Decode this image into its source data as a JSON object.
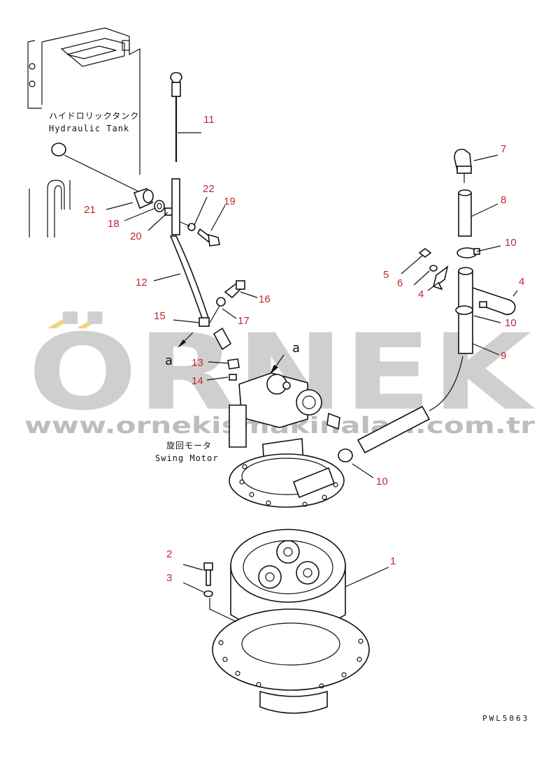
{
  "labels": {
    "tank_jp": "ハイドロリックタンク",
    "tank_en": "Hydraulic Tank",
    "motor_jp": "旋回モータ",
    "motor_en": "Swing Motor",
    "view_a_left": "a",
    "view_a_center": "a",
    "drawing_code": "PWL5063"
  },
  "watermark": {
    "brand": "ÖRNEK",
    "url": "www.ornekismakinalari.com.tr",
    "accent_color": "#f2d27a"
  },
  "callouts": [
    "1",
    "2",
    "3",
    "4",
    "4",
    "5",
    "6",
    "7",
    "8",
    "9",
    "10",
    "10",
    "10",
    "11",
    "12",
    "13",
    "14",
    "15",
    "16",
    "17",
    "18",
    "19",
    "20",
    "21",
    "22"
  ],
  "colors": {
    "callout": "#c1272d",
    "line": "#111111"
  }
}
